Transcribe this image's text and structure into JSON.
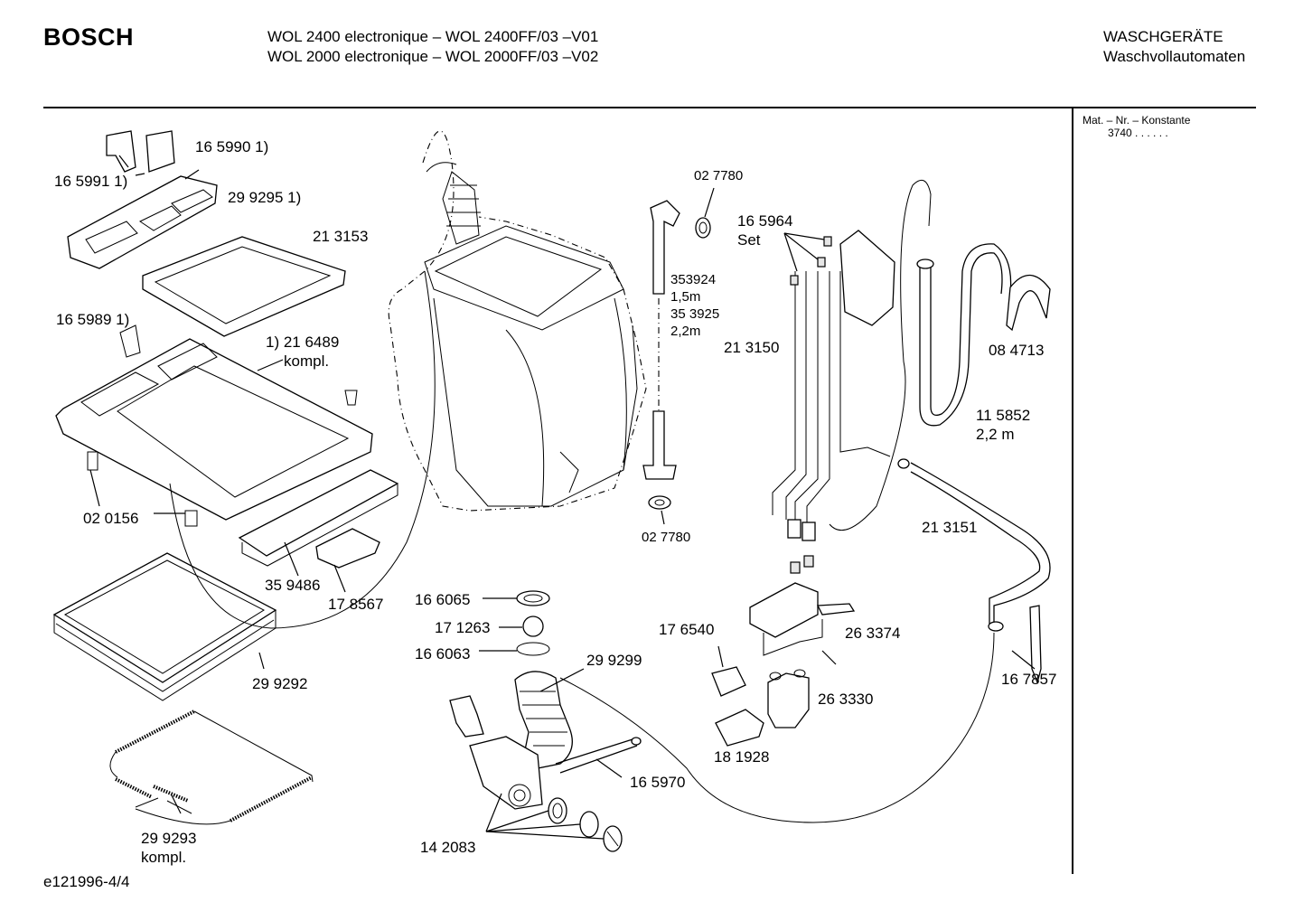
{
  "header": {
    "brand": "BOSCH",
    "model_line_1": "WOL 2400 electronique  – WOL 2400FF/03 –V01",
    "model_line_2": "WOL 2000 electronique  –  WOL  2000FF/03 –V02",
    "category_line_1": "WASCHGERÄTE",
    "category_line_2": "Waschvollautomaten"
  },
  "sidebar": {
    "mat_label": "Mat. – Nr. – Konstante",
    "mat_value": "3740  .  .  .  .  .  ."
  },
  "footer": {
    "doc_id": "e121996-4/4"
  },
  "parts": {
    "p165990": "16 5990 1)",
    "p165991": "16 5991 1)",
    "p299295": "29 9295 1)",
    "p213153": "21 3153",
    "p165989": "16 5989 1)",
    "p216489_a": "1) 21 6489",
    "p216489_b": "kompl.",
    "p020156": "02 0156",
    "p359486": "35 9486",
    "p178567": "17 8567",
    "p299292": "29 9292",
    "p299293_a": "29 9293",
    "p299293_b": "kompl.",
    "p027780_top": "02 7780",
    "p353924": "353924",
    "p353924_len": "1,5m",
    "p353925": "35 3925",
    "p353925_len": "2,2m",
    "p027780_bot": "02 7780",
    "p165964_a": "16 5964",
    "p165964_b": "Set",
    "p213150": "21 3150",
    "p084713": "08 4713",
    "p115852_a": "11 5852",
    "p115852_b": "2,2 m",
    "p213151": "21 3151",
    "p166065": "16 6065",
    "p171263": "17 1263",
    "p166063": "16 6063",
    "p299299": "29 9299",
    "p176540": "17 6540",
    "p263374": "26 3374",
    "p263330": "26 3330",
    "p167857": "16 7857",
    "p181928": "18 1928",
    "p165970": "16 5970",
    "p142083": "14 2083"
  }
}
